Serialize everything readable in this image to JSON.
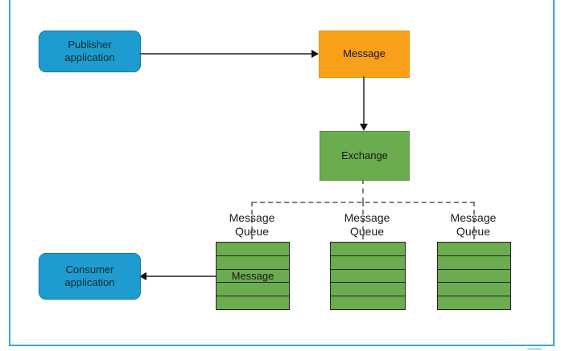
{
  "diagram": {
    "description": "Message broker publish/subscribe flow diagram",
    "nodes": {
      "publisher": {
        "label": "Publisher\napplication"
      },
      "message": {
        "label": "Message"
      },
      "exchange": {
        "label": "Exchange"
      },
      "consumer": {
        "label": "Consumer\napplication"
      }
    },
    "queues": [
      {
        "label": "Message\nQueue",
        "slots": 5,
        "message_label": "Message"
      },
      {
        "label": "Message\nQueue",
        "slots": 5,
        "message_label": ""
      },
      {
        "label": "Message\nQueue",
        "slots": 5,
        "message_label": ""
      }
    ],
    "colors": {
      "application_node": "#1e9cd0",
      "message_node": "#f9a01b",
      "exchange_node": "#6bac4e",
      "queue_slot": "#6bac4e",
      "frame_border": "#3aa5ce",
      "solid_connector": "#595959",
      "dashed_connector": "#7f7f7f",
      "text": "#1b1b1b"
    }
  }
}
